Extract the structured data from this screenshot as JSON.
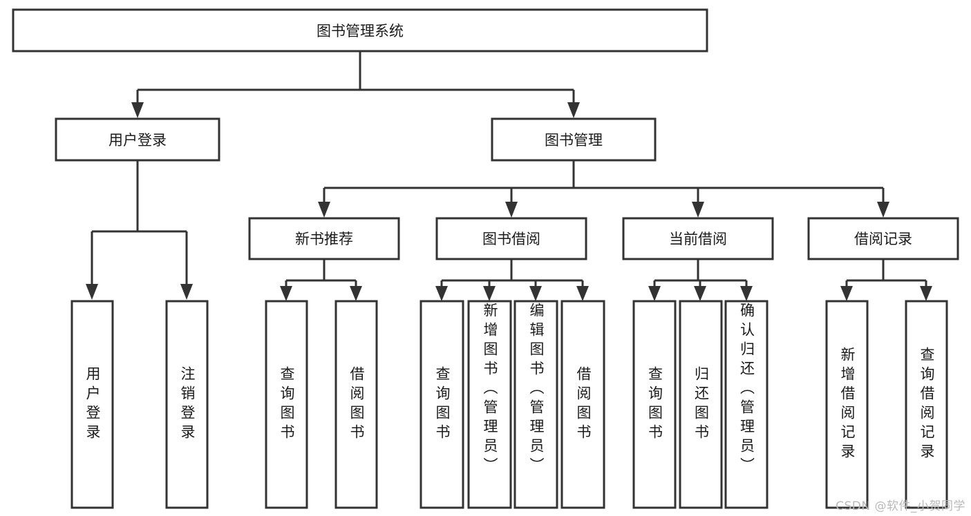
{
  "diagram": {
    "type": "tree",
    "title": "图书管理系统",
    "watermark": "CSDN @软件_小贺同学",
    "colors": {
      "box_fill": "#ffffff",
      "box_stroke": "#333333",
      "text": "#1b1b1b",
      "background": "#ffffff",
      "watermark": "#b9b9b9"
    },
    "root": {
      "label": "图书管理系统"
    },
    "level2": [
      {
        "label": "用户登录"
      },
      {
        "label": "图书管理"
      }
    ],
    "level3": [
      {
        "label": "新书推荐"
      },
      {
        "label": "图书借阅"
      },
      {
        "label": "当前借阅"
      },
      {
        "label": "借阅记录"
      }
    ],
    "leaves": {
      "user_login": [
        {
          "label": "用户登录"
        },
        {
          "label": "注销登录"
        }
      ],
      "new_book_recommend": [
        {
          "label": "查询图书"
        },
        {
          "label": "借阅图书"
        }
      ],
      "book_borrow": [
        {
          "label": "查询图书"
        },
        {
          "label": "新增图书（管理员）"
        },
        {
          "label": "编辑图书（管理员）"
        },
        {
          "label": "借阅图书"
        }
      ],
      "current_borrow": [
        {
          "label": "查询图书"
        },
        {
          "label": "归还图书"
        },
        {
          "label": "确认归还（管理员）"
        }
      ],
      "borrow_record": [
        {
          "label": "新增借阅记录"
        },
        {
          "label": "查询借阅记录"
        }
      ]
    }
  }
}
